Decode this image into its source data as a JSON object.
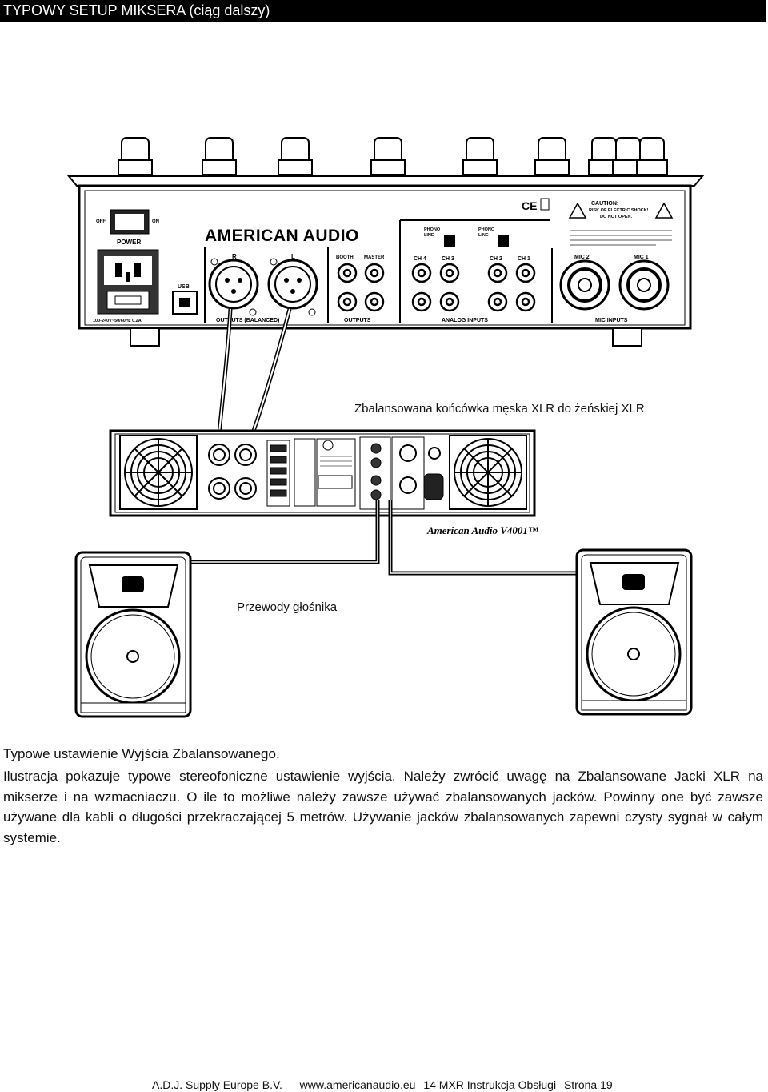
{
  "header": {
    "title": "TYPOWY SETUP MIKSERA (ciąg dalszy)"
  },
  "diagram": {
    "mixer": {
      "brand": "AMERICAN AUDIO",
      "power_label": "POWER",
      "off_label": "OFF",
      "on_label": "ON",
      "usb_label": "USB",
      "voltage_label": "100-240V~50/60Hz 0.2A",
      "sections": {
        "outputs_balanced": "OUTPUTS (BALANCED)",
        "outputs": "OUTPUTS",
        "analog_inputs": "ANALOG INPUTS",
        "mic_inputs": "MIC INPUTS"
      },
      "jack_labels": {
        "r": "R",
        "l": "L",
        "booth": "BOOTH",
        "master": "MASTER",
        "ch4": "CH 4",
        "ch3": "CH 3",
        "ch2": "CH 2",
        "ch1": "CH 1",
        "mic2": "MIC 2",
        "mic1": "MIC 1",
        "phono1": "PHONO",
        "line1": "LINE",
        "phono2": "PHONO",
        "line2": "LINE"
      },
      "caution": {
        "title": "CAUTION:",
        "line1": "RISK OF ELECTRIC SHOCK!",
        "line2": "DO NOT OPEN."
      }
    },
    "amplifier": {
      "model": "American Audio V4001™"
    },
    "labels": {
      "xlr_cable": "Zbalansowana końcówka męska XLR do żeńskiej XLR",
      "speaker_wires": "Przewody głośnika"
    }
  },
  "caption": {
    "title": "Typowe ustawienie Wyjścia Zbalansowanego.",
    "paragraph": "Ilustracja pokazuje typowe stereofoniczne ustawienie wyjścia. Należy zwrócić uwagę na Zbalansowane Jacki XLR na mikserze i na wzmacniaczu. O ile to możliwe należy zawsze używać zbalansowanych jacków. Powinny one być zawsze używane dla kabli o długości przekraczającej 5 metrów. Używanie jacków zbalansowanych zapewni czysty sygnał w całym systemie."
  },
  "footer": {
    "company": "A.D.J. Supply Europe B.V. — www.americanaudio.eu",
    "manual": "14 MXR  Instrukcja Obsługi",
    "page": "Strona 19"
  }
}
